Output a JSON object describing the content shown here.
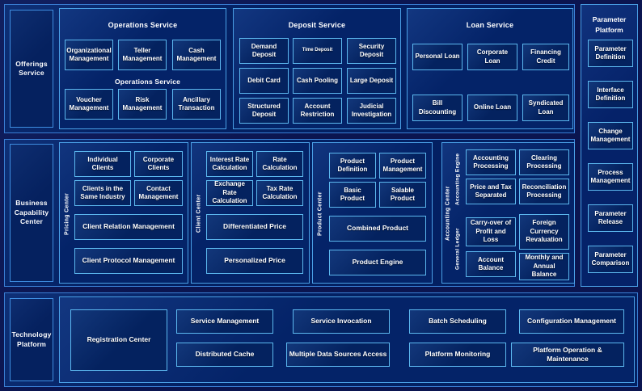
{
  "colors": {
    "page_bg": "#0b1550",
    "panel_bg": "#042368",
    "box_border": "#5cb8ef",
    "panel_border": "#4aa0e6",
    "text": "#ffffff"
  },
  "rows": {
    "offerings": {
      "stub_label": "Offerings Service",
      "panels": [
        {
          "title": "Operations Service",
          "title_duplicate": "Operations Service",
          "boxes": [
            "Organizational Management",
            "Teller Management",
            "Cash Management",
            "Voucher Management",
            "Risk Management",
            "Ancillary Transaction"
          ]
        },
        {
          "title": "Deposit Service",
          "boxes": [
            "Demand Deposit",
            "Time Deposit",
            "Security Deposit",
            "Debit Card",
            "Cash Pooling",
            "Large Deposit",
            "Structured Deposit",
            "Account Restriction",
            "Judicial Investigation"
          ]
        },
        {
          "title": "Loan Service",
          "boxes": [
            "Personal Loan",
            "Corporate Loan",
            "Financing Credit",
            "Bill Discounting",
            "Online Loan",
            "Syndicated Loan"
          ]
        }
      ]
    },
    "business": {
      "stub_label": "Business Capability Center",
      "groups": [
        {
          "vlabel": "Pricing Center",
          "boxes": [
            "Individual Clients",
            "Corporate Clients",
            "Clients in the Same Industry",
            "Contact Management"
          ],
          "wide": [
            "Client Relation Management",
            "Client Protocol Management"
          ]
        },
        {
          "vlabel": "Client Center",
          "boxes": [
            "Interest Rate Calculation",
            "Rate Calculation",
            "Exchange Rate Calculation",
            "Tax Rate Calculation"
          ],
          "wide": [
            "Differentiated Price",
            "Personalized Price"
          ]
        },
        {
          "vlabel": "Product Center",
          "boxes": [
            "Product Definition",
            "Product Management",
            "Basic Product",
            "Salable Product"
          ],
          "wide": [
            "Combined Product",
            "Product Engine"
          ]
        },
        {
          "vlabel": "Accounting Center",
          "sub_labels": [
            "Accounting Engine",
            "General Ledger"
          ],
          "boxes": [
            "Accounting Processing",
            "Clearing Processing",
            "Price and Tax Separated",
            "Reconciliation Processing",
            "Carry-over of Profit and Loss",
            "Foreign Currency Revaluation",
            "Account Balance",
            "Monthly and Annual Balance"
          ]
        }
      ]
    },
    "technology": {
      "stub_label": "Technology Platform",
      "feature_box": "Registration Center",
      "boxes": [
        "Service Management",
        "Service Invocation",
        "Batch Scheduling",
        "Configuration Management",
        "Distributed Cache",
        "Multiple Data Sources Access",
        "Platform Monitoring",
        "Platform Operation & Maintenance"
      ]
    }
  },
  "rail": {
    "title": "Parameter Platform",
    "items": [
      "Parameter Definition",
      "Interface Definition",
      "Change Management",
      "Process Management",
      "Parameter Release",
      "Parameter Comparison"
    ]
  }
}
